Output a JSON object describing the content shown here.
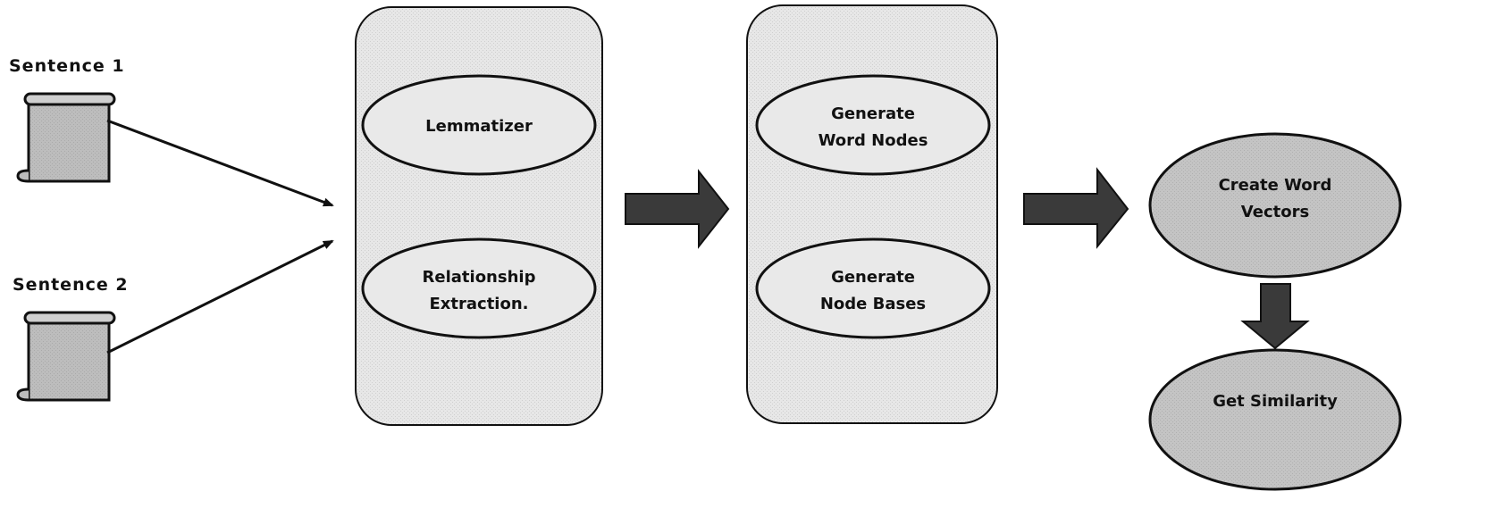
{
  "inputs": [
    {
      "label": "Sentence 1",
      "icon": "scroll-icon"
    },
    {
      "label": "Sentence 2",
      "icon": "scroll-icon"
    }
  ],
  "stage1": {
    "nodes": [
      {
        "lines": [
          "Lemmatizer"
        ]
      },
      {
        "lines": [
          "Relationship",
          "Extraction."
        ]
      }
    ]
  },
  "stage2": {
    "nodes": [
      {
        "lines": [
          "Generate",
          "Word Nodes"
        ]
      },
      {
        "lines": [
          "Generate",
          "Node Bases"
        ]
      }
    ]
  },
  "stage3": {
    "nodes": [
      {
        "lines": [
          "Create Word",
          "Vectors"
        ]
      },
      {
        "lines": [
          "Get Similarity"
        ]
      }
    ]
  },
  "colors": {
    "panel_fill": "#e7e7e7",
    "node_fill": "#e9e9e9",
    "dark_node_fill": "#c4c4c4",
    "block_arrow": "#3a3a3a",
    "stroke": "#111111"
  }
}
